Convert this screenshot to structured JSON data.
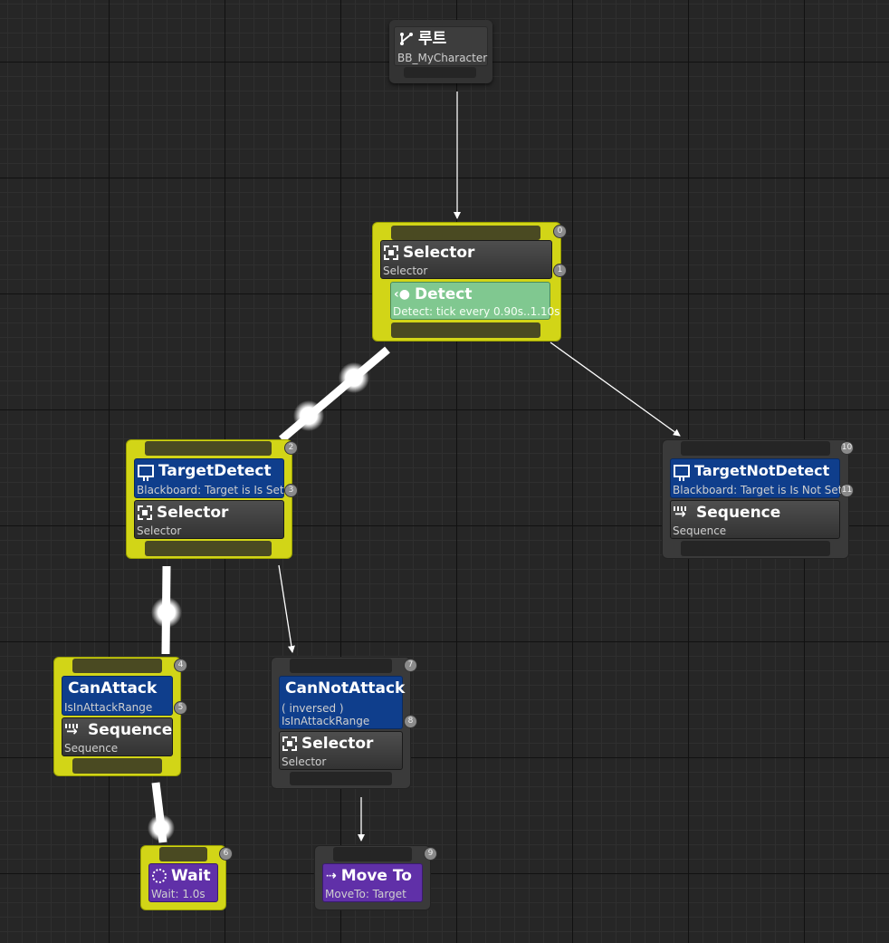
{
  "root": {
    "title": "루트",
    "subtitle": "BB_MyCharacter",
    "icon": "branch-icon"
  },
  "nodes": {
    "selector_root": {
      "title": "Selector",
      "subtitle": "Selector",
      "index_top": "0",
      "index_body": "1",
      "service": {
        "title": "Detect",
        "subtitle": "Detect: tick every 0.90s..1.10s"
      }
    },
    "target_detect": {
      "decorator": {
        "title": "TargetDetect",
        "subtitle": "Blackboard: Target is Is Set"
      },
      "composite": {
        "title": "Selector",
        "subtitle": "Selector"
      },
      "index_top": "2",
      "index_body": "3"
    },
    "target_not_detect": {
      "decorator": {
        "title": "TargetNotDetect",
        "subtitle": "Blackboard: Target is Is Not Set"
      },
      "composite": {
        "title": "Sequence",
        "subtitle": "Sequence"
      },
      "index_top": "10",
      "index_body": "11"
    },
    "can_attack": {
      "decorator": {
        "title": "CanAttack",
        "subtitle": "IsInAttackRange"
      },
      "composite": {
        "title": "Sequence",
        "subtitle": "Sequence"
      },
      "index_top": "4",
      "index_body": "5"
    },
    "can_not_attack": {
      "decorator": {
        "title": "CanNotAttack",
        "note": "( inversed )",
        "subtitle": "IsInAttackRange"
      },
      "composite": {
        "title": "Selector",
        "subtitle": "Selector"
      },
      "index_top": "7",
      "index_body": "8"
    },
    "wait": {
      "title": "Wait",
      "subtitle": "Wait: 1.0s",
      "index": "6"
    },
    "move_to": {
      "title": "Move To",
      "subtitle": "MoveTo: Target",
      "index": "9"
    }
  },
  "colors": {
    "active_node": "#d2d517",
    "inactive_node": "#3a3a3a",
    "decorator": "#0f3e8c",
    "service": "#80c890",
    "task": "#6030a8",
    "wire": "#ffffff",
    "background": "#262626"
  }
}
